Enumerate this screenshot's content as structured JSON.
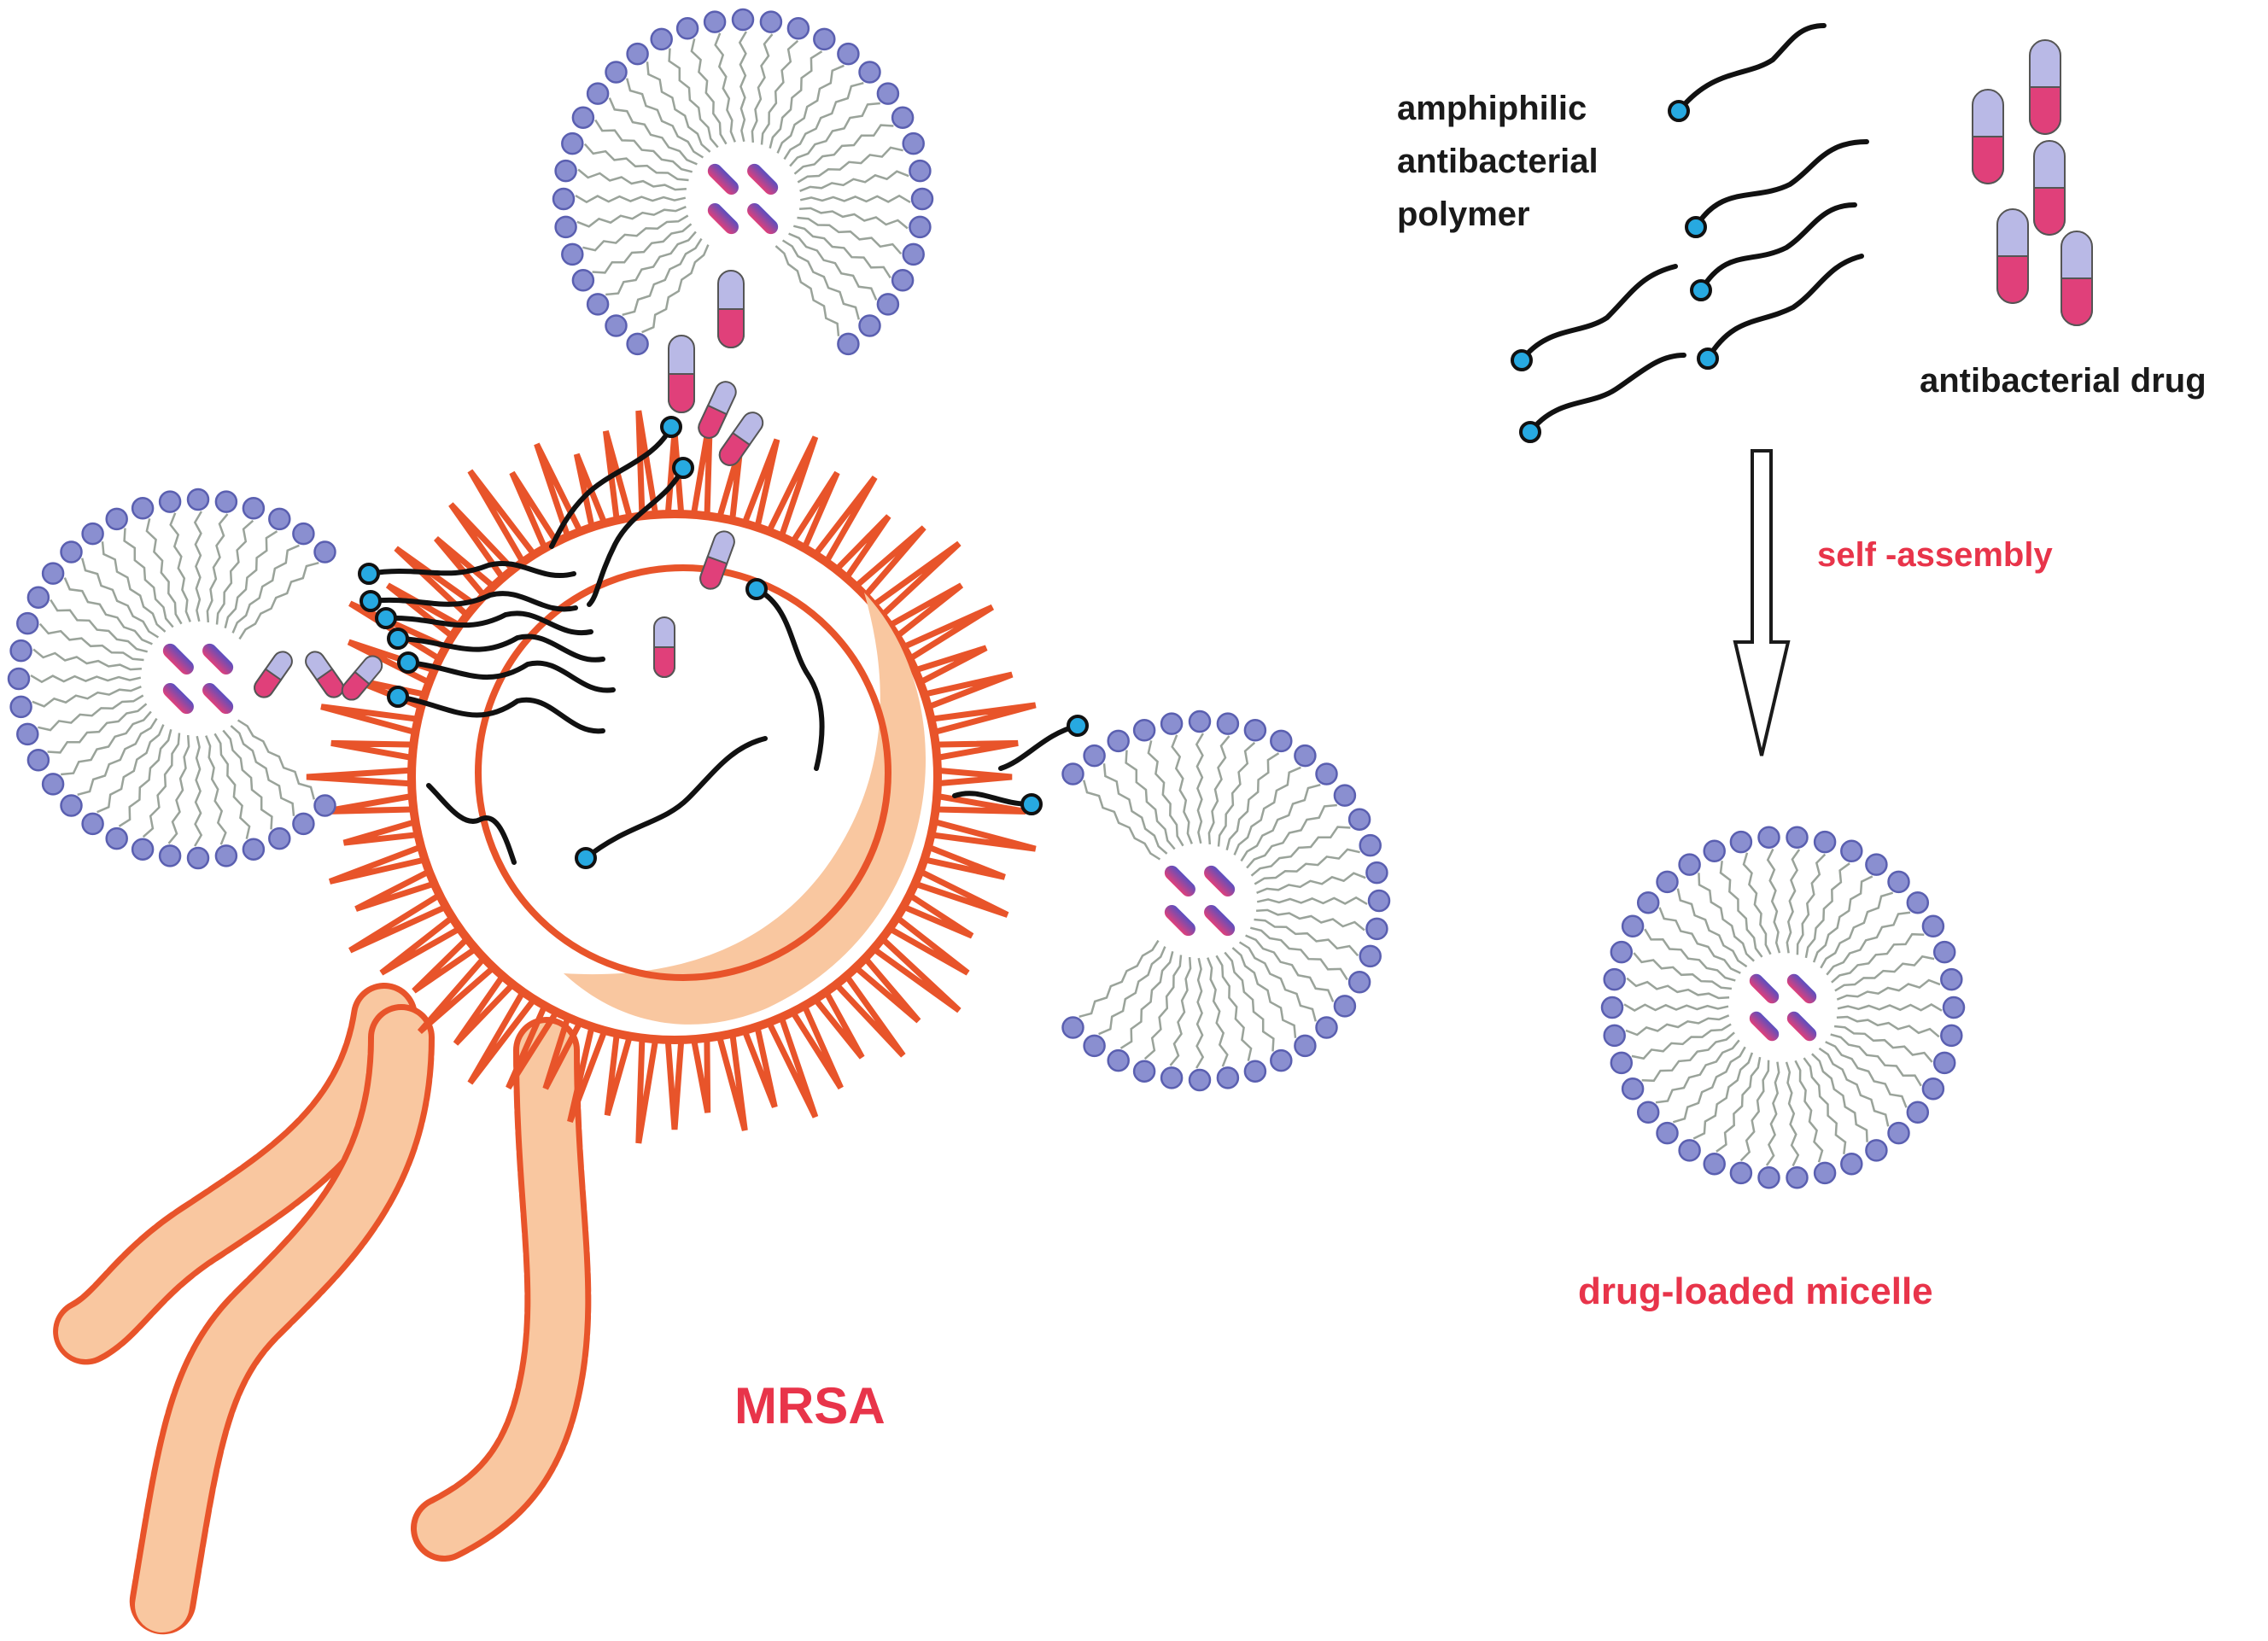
{
  "labels": {
    "polymer_line1": "amphiphilic",
    "polymer_line2": "antibacterial",
    "polymer_line3": "polymer",
    "drug": "antibacterial drug",
    "self_assembly": "self -assembly",
    "micelle": "drug-loaded micelle",
    "bacterium": "MRSA"
  },
  "colors": {
    "bacterium_stroke": "#e8542a",
    "bacterium_fill": "#f9c7a0",
    "micelle_head": "#8a8fd0",
    "micelle_head_stroke": "#5a5fb0",
    "micelle_tail": "#9aa39a",
    "polymer_head": "#27a9e1",
    "capsule_pink": "#e0407a",
    "capsule_lilac": "#b9b9e6",
    "text_red": "#e8344a",
    "text_black": "#1a1a1a"
  }
}
